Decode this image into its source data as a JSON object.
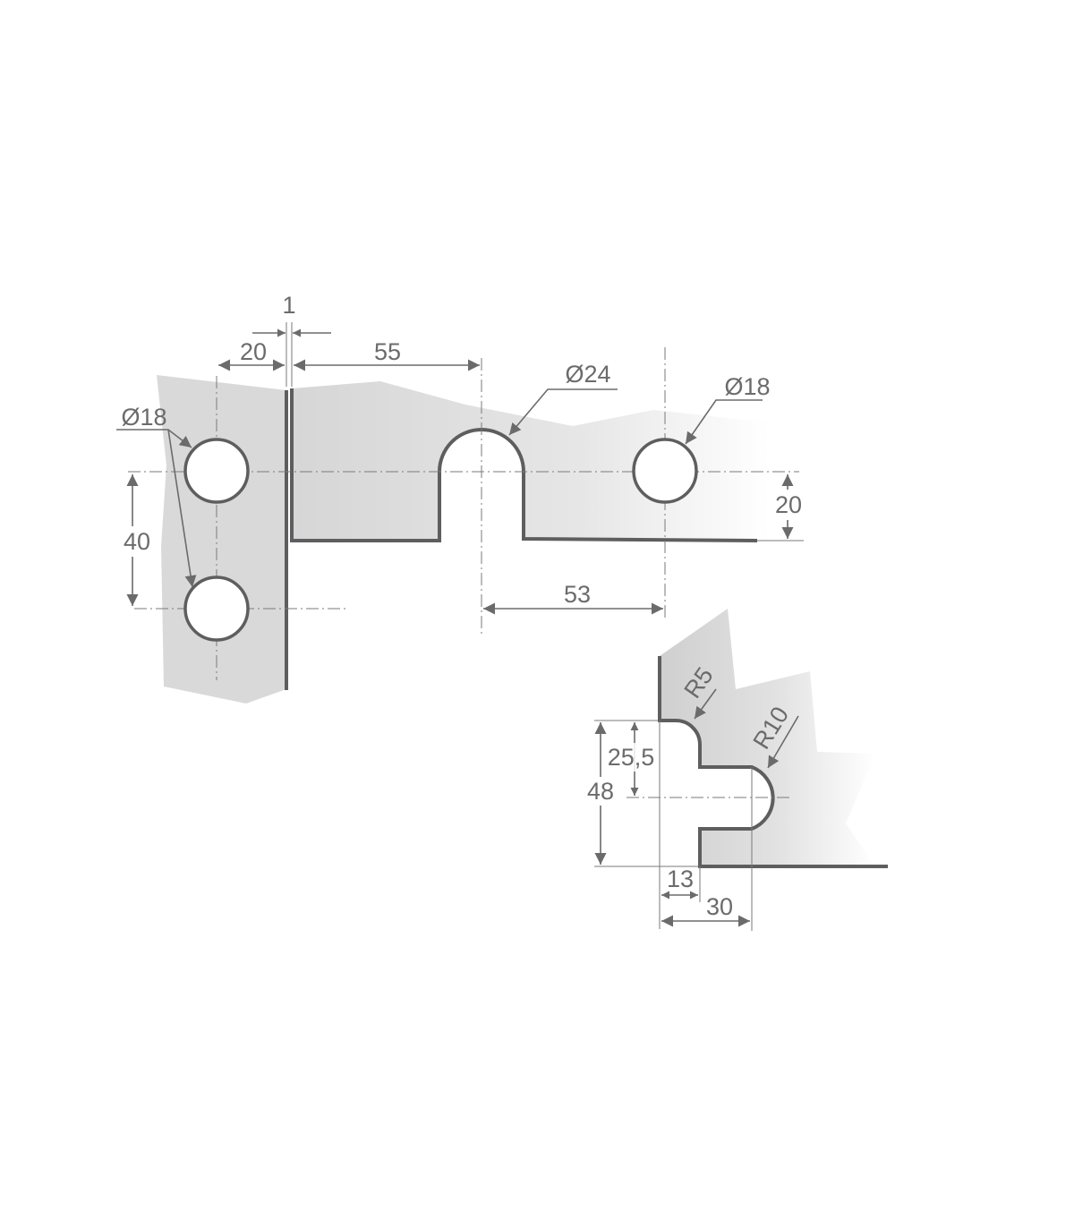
{
  "drawing": {
    "top_view": {
      "dim_gap": "1",
      "dim_edge": "20",
      "dim_slot_pos": "55",
      "dim_slot_dia": "Ø24",
      "dim_hole_right": "Ø18",
      "dim_hole_left": "Ø18",
      "dim_hole_spacing": "40",
      "dim_hole_height": "20",
      "dim_slot_to_hole": "53"
    },
    "detail_view": {
      "dim_r5": "R5",
      "dim_r10": "R10",
      "dim_step": "25,5",
      "dim_total": "48",
      "dim_step_width": "13",
      "dim_slot_depth": "30"
    },
    "colors": {
      "outline": "#5e5e60",
      "panel_fill": "#d9d9d9",
      "dimension": "#6b6b6b"
    }
  }
}
